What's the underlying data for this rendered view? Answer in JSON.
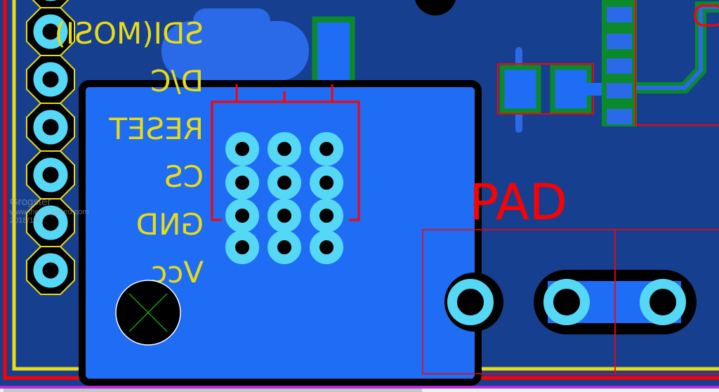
{
  "header_labels": [
    "SDI(MOSI)",
    "D/C",
    "RESET",
    "CS",
    "GND",
    "Vcc"
  ],
  "pad_label": "PAD",
  "watermark": {
    "name": "Grogster",
    "site": "www.thebackshed.com",
    "date": "2018/1/9"
  },
  "colors": {
    "board": "#16408f",
    "copper": "#1f6cf5",
    "pad": "#55d8f5",
    "silk": "#e8dc14",
    "outline": "#ff0000",
    "green": "#0a8a2a"
  }
}
